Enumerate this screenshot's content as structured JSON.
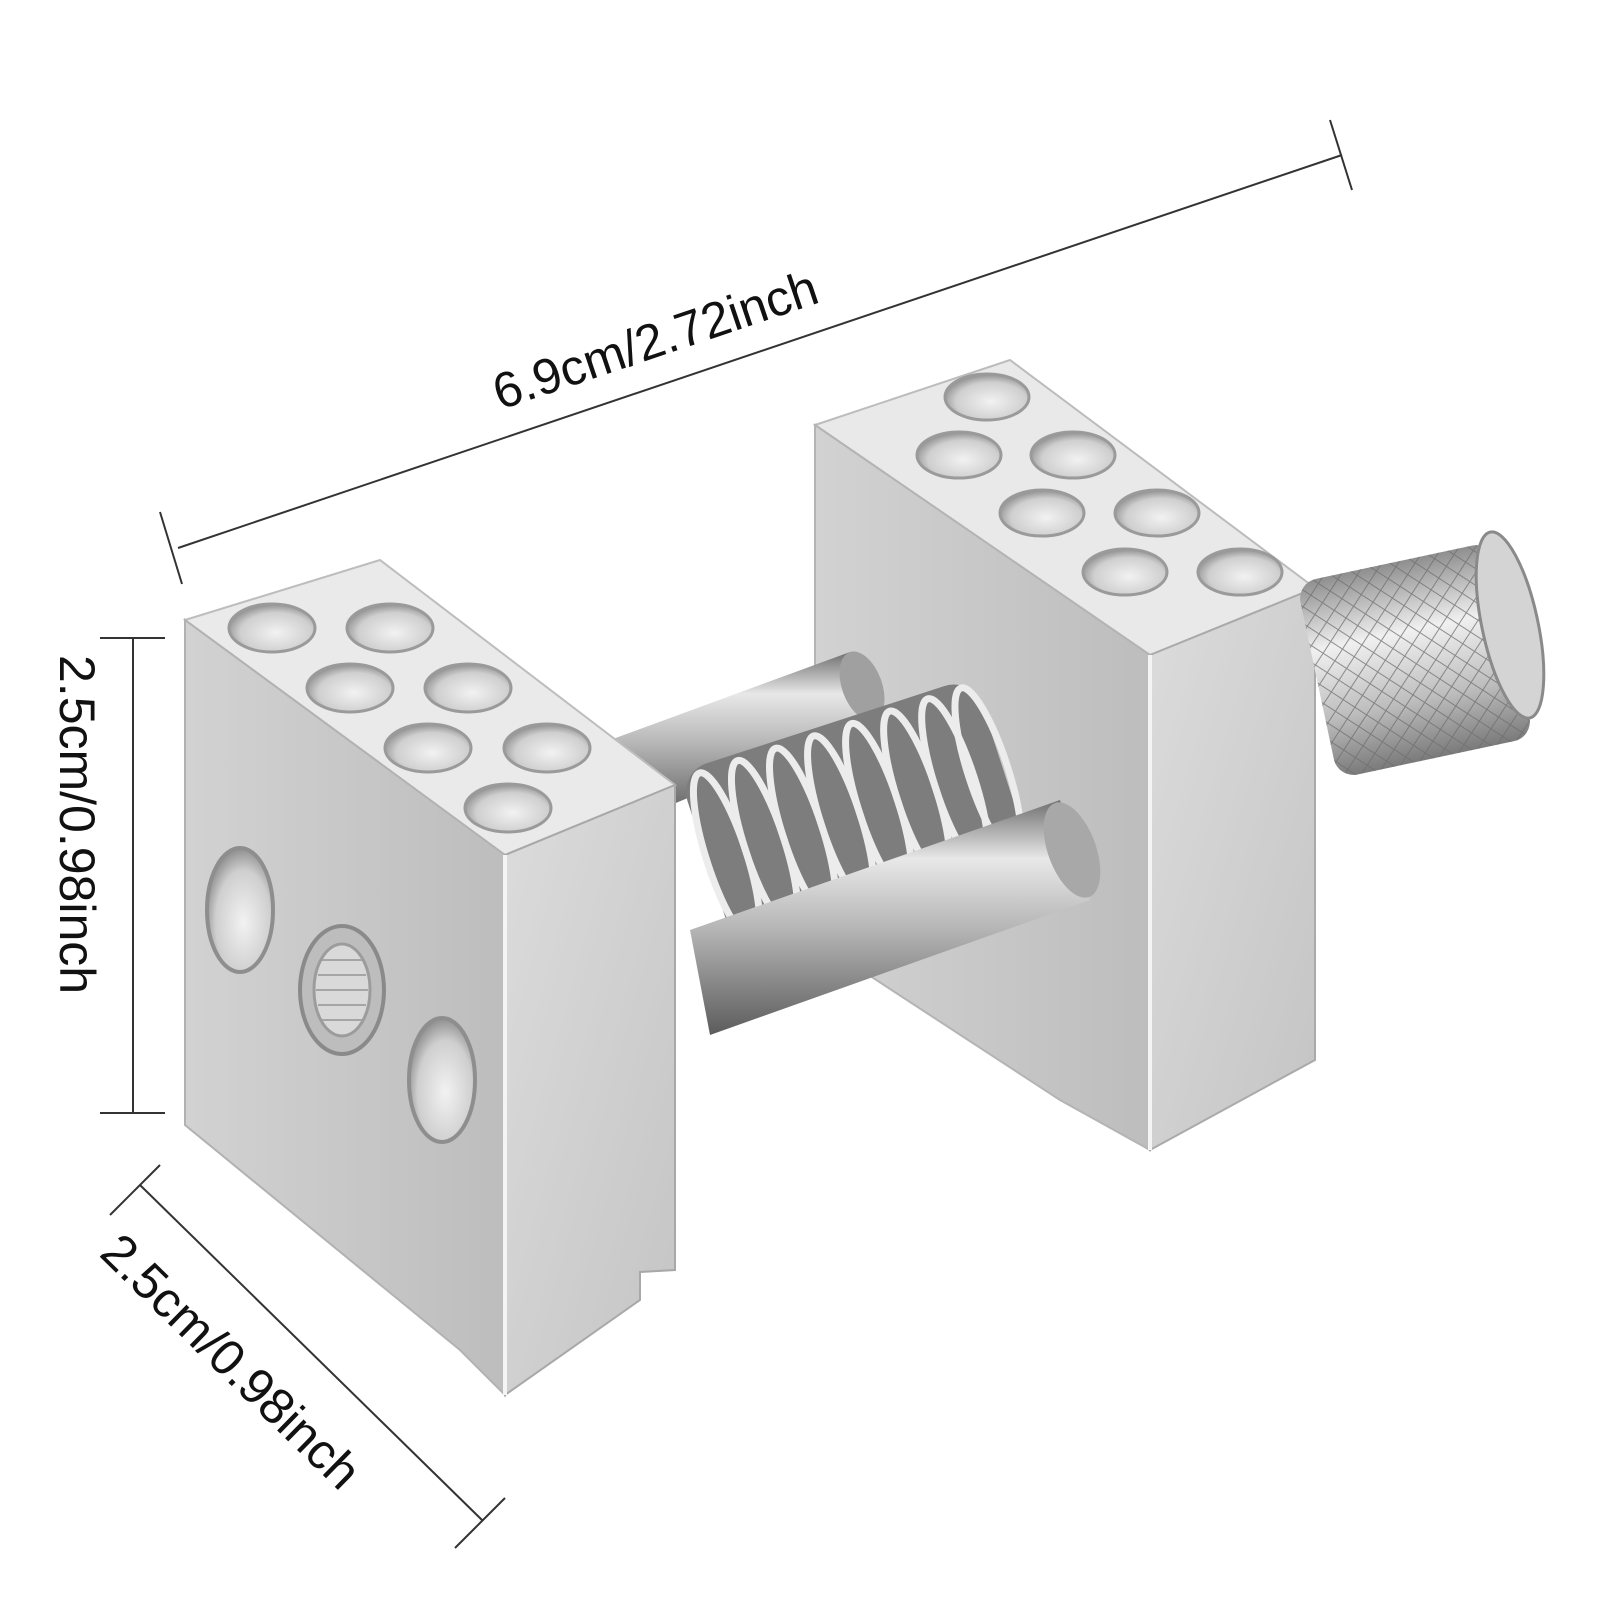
{
  "dimensions": {
    "length_label": "6.9cm/2.72inch",
    "height_label": "2.5cm/0.98inch",
    "depth_label": "2.5cm/0.98inch"
  },
  "colors": {
    "background": "#ffffff",
    "aluminum_light": "#e6e6e6",
    "aluminum_face": "#c9c9c9",
    "aluminum_shadow": "#a9a9a9",
    "steel": "#9a9a9a",
    "dimension_line": "#333333"
  }
}
